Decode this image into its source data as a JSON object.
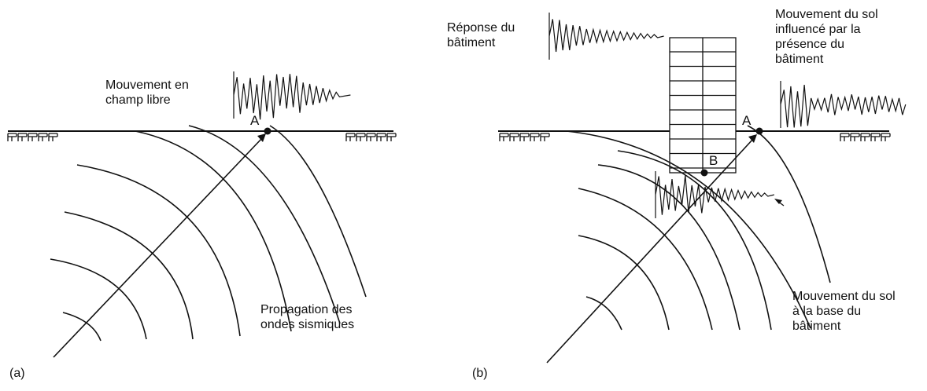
{
  "colors": {
    "ink": "#111111",
    "background": "#ffffff"
  },
  "panel_a": {
    "tag": "(a)",
    "free_field_label": [
      "Mouvement en",
      "champ libre"
    ],
    "propagation_label": [
      "Propagation des",
      "ondes sismiques"
    ],
    "point": "A"
  },
  "panel_b": {
    "tag": "(b)",
    "building_response_label": [
      "Réponse du",
      "bâtiment"
    ],
    "influenced_ground_label": [
      "Mouvement du sol",
      "influencé par la",
      "présence du",
      "bâtiment"
    ],
    "base_motion_label": [
      "Mouvement du sol",
      "à la base du",
      "bâtiment"
    ],
    "point_a": "A",
    "point_b": "B"
  }
}
